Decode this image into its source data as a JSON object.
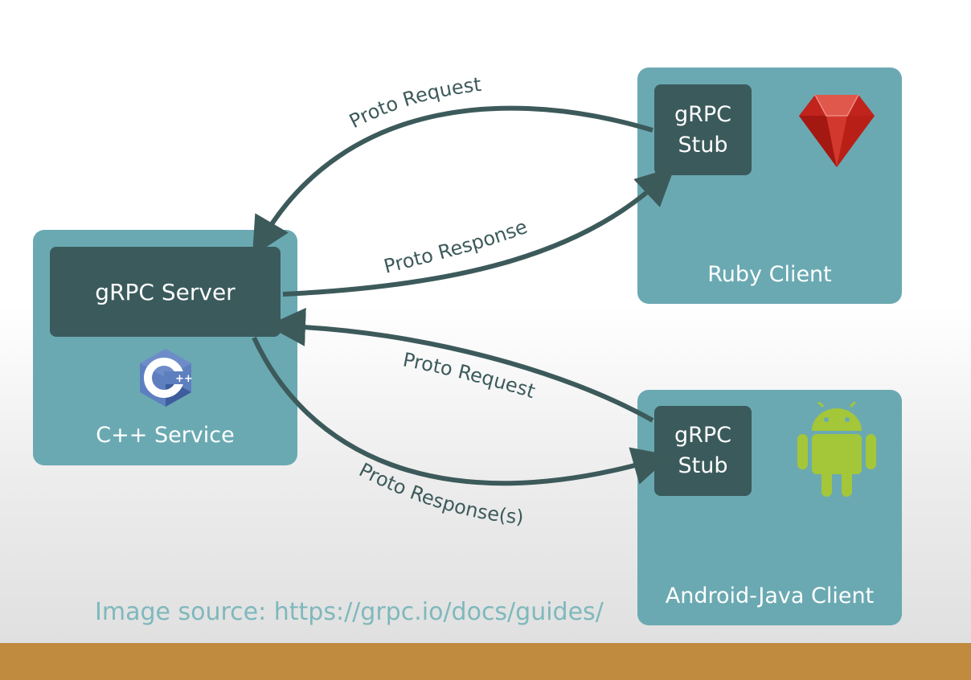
{
  "cpp_service": {
    "server_label": "gRPC Server",
    "service_label": "C++ Service",
    "logo_text": "C++"
  },
  "ruby_client": {
    "stub_label": "gRPC\nStub",
    "client_label": "Ruby Client"
  },
  "android_client": {
    "stub_label": "gRPC\nStub",
    "client_label": "Android-Java Client"
  },
  "arrows": {
    "ruby_request": "Proto Request",
    "ruby_response": "Proto Response",
    "android_request": "Proto Request",
    "android_response": "Proto Response(s)"
  },
  "source_text": "Image source: https://grpc.io/docs/guides/",
  "colors": {
    "box": "#6aa9b2",
    "dark_box": "#3b5a5c",
    "arrow": "#3d5a5b",
    "footer_bar": "#c08a3f",
    "source_text": "#7fb8bc"
  }
}
